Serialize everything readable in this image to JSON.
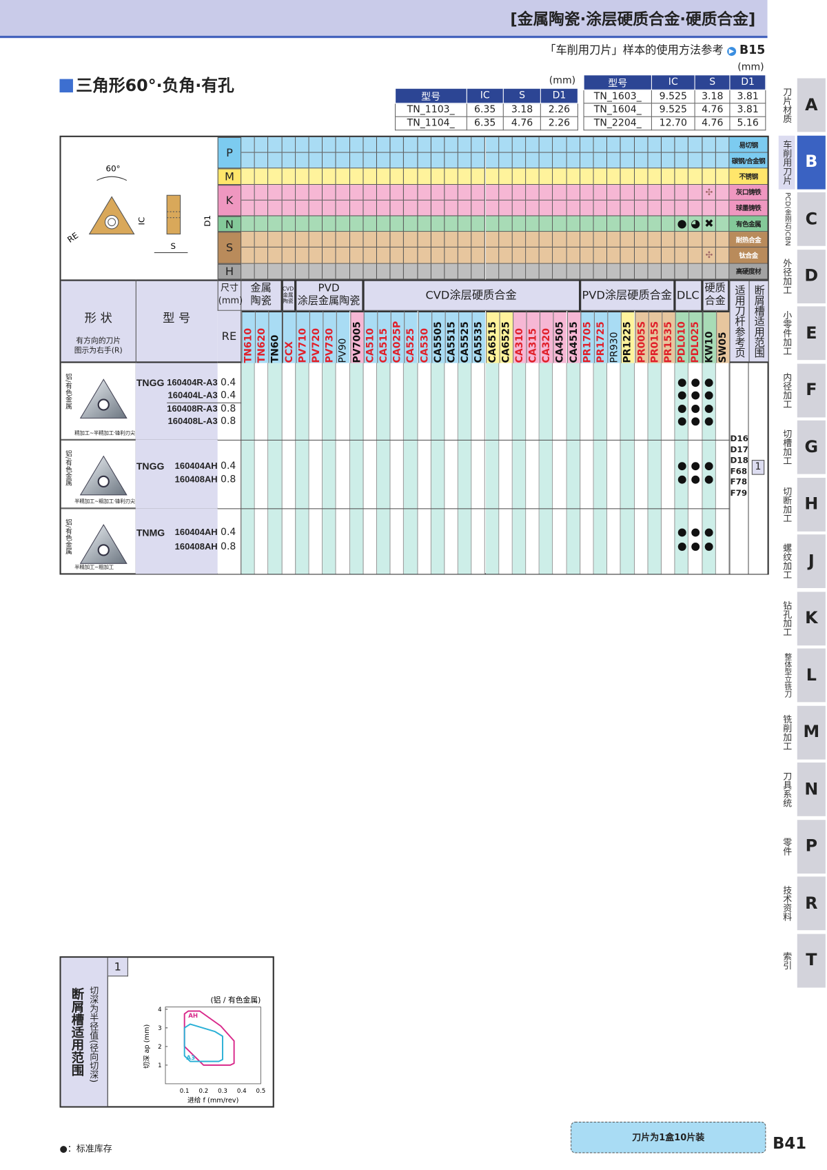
{
  "header": {
    "title": "[金属陶瓷·涂层硬质合金·硬质合金]",
    "ref_text": "「车削用刀片」样本的使用方法参考",
    "ref_page": "B15"
  },
  "section_title": "三角形60°·负角·有孔",
  "size_tables": {
    "unit": "(mm)",
    "columns": [
      "型号",
      "IC",
      "S",
      "D1"
    ],
    "left": [
      [
        "TN_1103_",
        "6.35",
        "3.18",
        "2.26"
      ],
      [
        "TN_1104_",
        "6.35",
        "4.76",
        "2.26"
      ]
    ],
    "right": [
      [
        "TN_1603_",
        "9.525",
        "3.18",
        "3.81"
      ],
      [
        "TN_1604_",
        "9.525",
        "4.76",
        "3.81"
      ],
      [
        "TN_2204_",
        "12.70",
        "4.76",
        "5.16"
      ]
    ]
  },
  "diagram": {
    "angle": "60°",
    "labels": [
      "RE",
      "IC",
      "D1",
      "S"
    ]
  },
  "materials": [
    {
      "iso": "P",
      "rows": [
        "易切钢",
        "碳钢/合金钢"
      ],
      "color": "#a9dcf4",
      "dark": "#7ccbf0"
    },
    {
      "iso": "M",
      "rows": [
        "不锈钢"
      ],
      "color": "#fff39c",
      "dark": "#ffe66b"
    },
    {
      "iso": "K",
      "rows": [
        "灰口铸铁",
        "球墨铸铁"
      ],
      "color": "#f6b7d4",
      "dark": "#ef97c0"
    },
    {
      "iso": "N",
      "rows": [
        "有色金属"
      ],
      "color": "#a8dbb6",
      "dark": "#84c999"
    },
    {
      "iso": "S",
      "rows": [
        "耐热合金",
        "钛合金"
      ],
      "color": "#e7c69e",
      "dark": "#b98b5b"
    },
    {
      "iso": "H",
      "rows": [
        "高硬度材"
      ],
      "color": "#bfbfbf",
      "dark": "#a3a3a3"
    }
  ],
  "material_marks": [
    {
      "row": "灰口铸铁",
      "grade": "KW10",
      "mark": "hollow"
    },
    {
      "row": "有色金属",
      "grade": "PDL010",
      "mark": "●"
    },
    {
      "row": "有色金属",
      "grade": "PDL025",
      "mark": "◕"
    },
    {
      "row": "有色金属",
      "grade": "KW10",
      "mark": "✖"
    },
    {
      "row": "钛合金",
      "grade": "KW10",
      "mark": "hollow"
    }
  ],
  "table_header": {
    "shape": "形 状",
    "shape_note": "有方向的刀片\n图示为右手(R)",
    "model": "型 号",
    "size": "尺寸\n(mm)",
    "re": "RE",
    "holder_ref": "适用刀杆参考页",
    "breaker_range": "断屑槽适用范围"
  },
  "groups": [
    {
      "label": "金属\n陶瓷",
      "from": 0,
      "to": 2
    },
    {
      "label": "CVD\n金属陶瓷",
      "from": 3,
      "to": 3,
      "small": true
    },
    {
      "label": "PVD\n涂层金属陶瓷",
      "from": 4,
      "to": 8
    },
    {
      "label": "CVD涂层硬质合金",
      "from": 9,
      "to": 24
    },
    {
      "label": "PVD涂层硬质合金",
      "from": 25,
      "to": 31
    },
    {
      "label": "DLC",
      "from": 32,
      "to": 33
    },
    {
      "label": "硬质\n合金",
      "from": 34,
      "to": 35
    }
  ],
  "grades": [
    {
      "n": "TN610",
      "bg": "#a9dcf4",
      "fg": "#e0202a"
    },
    {
      "n": "TN620",
      "bg": "#a9dcf4",
      "fg": "#e0202a"
    },
    {
      "n": "TN60",
      "bg": "#a9dcf4",
      "fg": "#111"
    },
    {
      "n": "CCX",
      "bg": "#a9dcf4",
      "fg": "#e0202a"
    },
    {
      "n": "PV710",
      "bg": "#a9dcf4",
      "fg": "#e0202a"
    },
    {
      "n": "PV720",
      "bg": "#a9dcf4",
      "fg": "#e0202a"
    },
    {
      "n": "PV730",
      "bg": "#a9dcf4",
      "fg": "#e0202a"
    },
    {
      "n": "PV90",
      "bg": "#a9dcf4",
      "fg": "#111",
      "thin": true
    },
    {
      "n": "PV7005",
      "bg": "#f6b7d4",
      "fg": "#111"
    },
    {
      "n": "CA510",
      "bg": "#a9dcf4",
      "fg": "#e0202a"
    },
    {
      "n": "CA515",
      "bg": "#a9dcf4",
      "fg": "#e0202a"
    },
    {
      "n": "CA025P",
      "bg": "#a9dcf4",
      "fg": "#e0202a"
    },
    {
      "n": "CA525",
      "bg": "#a9dcf4",
      "fg": "#e0202a"
    },
    {
      "n": "CA530",
      "bg": "#a9dcf4",
      "fg": "#e0202a"
    },
    {
      "n": "CA5505",
      "bg": "#a9dcf4",
      "fg": "#111"
    },
    {
      "n": "CA5515",
      "bg": "#a9dcf4",
      "fg": "#111"
    },
    {
      "n": "CA5525",
      "bg": "#a9dcf4",
      "fg": "#111"
    },
    {
      "n": "CA5535",
      "bg": "#a9dcf4",
      "fg": "#111"
    },
    {
      "n": "CA6515",
      "bg": "#fff39c",
      "fg": "#111"
    },
    {
      "n": "CA6525",
      "bg": "#fff39c",
      "fg": "#111"
    },
    {
      "n": "CA310",
      "bg": "#f6b7d4",
      "fg": "#e0202a"
    },
    {
      "n": "CA315",
      "bg": "#f6b7d4",
      "fg": "#e0202a"
    },
    {
      "n": "CA320",
      "bg": "#f6b7d4",
      "fg": "#e0202a"
    },
    {
      "n": "CA4505",
      "bg": "#f6b7d4",
      "fg": "#111"
    },
    {
      "n": "CA4515",
      "bg": "#f6b7d4",
      "fg": "#111"
    },
    {
      "n": "PR1705",
      "bg": "#a9dcf4",
      "fg": "#e0202a"
    },
    {
      "n": "PR1725",
      "bg": "#a9dcf4",
      "fg": "#e0202a"
    },
    {
      "n": "PR930",
      "bg": "#a9dcf4",
      "fg": "#111",
      "thin": true
    },
    {
      "n": "PR1225",
      "bg": "#fff39c",
      "fg": "#111"
    },
    {
      "n": "PR005S",
      "bg": "#e7c69e",
      "fg": "#e0202a"
    },
    {
      "n": "PR015S",
      "bg": "#e7c69e",
      "fg": "#e0202a"
    },
    {
      "n": "PR1535",
      "bg": "#e7c69e",
      "fg": "#e0202a"
    },
    {
      "n": "PDL010",
      "bg": "#a8dbb6",
      "fg": "#e0202a"
    },
    {
      "n": "PDL025",
      "bg": "#a8dbb6",
      "fg": "#e0202a"
    },
    {
      "n": "KW10",
      "bg": "#a8dbb6",
      "fg": "#111"
    },
    {
      "n": "SW05",
      "bg": "#e7c69e",
      "fg": "#111"
    }
  ],
  "products": [
    {
      "material": "铝/有色金属",
      "caption": "精加工~半精加工·锋利刃尖",
      "series": "TNGG",
      "items": [
        {
          "model": "160404R-A3",
          "re": "0.4",
          "stock": [
            "PDL010",
            "PDL025",
            "KW10"
          ]
        },
        {
          "model": "160404L-A3",
          "re": "0.4",
          "stock": [
            "PDL010",
            "PDL025",
            "KW10"
          ]
        },
        {
          "model": "160408R-A3",
          "re": "0.8",
          "stock": [
            "PDL010",
            "PDL025",
            "KW10"
          ]
        },
        {
          "model": "160408L-A3",
          "re": "0.8",
          "stock": [
            "PDL010",
            "PDL025",
            "KW10"
          ]
        }
      ]
    },
    {
      "material": "铝/有色金属",
      "caption": "半精加工~粗加工·锋利刃尖",
      "series": "TNGG",
      "items": [
        {
          "model": "160404AH",
          "re": "0.4",
          "stock": [
            "PDL010",
            "PDL025",
            "KW10"
          ]
        },
        {
          "model": "160408AH",
          "re": "0.8",
          "stock": [
            "PDL010",
            "PDL025",
            "KW10"
          ]
        }
      ]
    },
    {
      "material": "铝/有色金属",
      "caption": "半精加工~粗加工",
      "series": "TNMG",
      "items": [
        {
          "model": "160404AH",
          "re": "0.4",
          "stock": [
            "PDL010",
            "PDL025",
            "KW10"
          ]
        },
        {
          "model": "160408AH",
          "re": "0.8",
          "stock": [
            "PDL010",
            "PDL025",
            "KW10"
          ]
        }
      ]
    }
  ],
  "holder_pages": [
    "D16",
    "D17",
    "D18",
    "F68",
    "F78",
    "F79"
  ],
  "breaker_ref": "1",
  "breaker_box": {
    "title": "断屑槽适用范围",
    "side_note": "切深为半径值(径向切深)",
    "number": "1"
  },
  "chart_data": {
    "type": "area",
    "title": "(铝 / 有色金属)",
    "xlabel": "进给 f (mm/rev)",
    "ylabel": "切深 ap (mm)",
    "xlim": [
      0,
      0.5
    ],
    "ylim": [
      0,
      4
    ],
    "xticks": [
      "0.1",
      "0.2",
      "0.3",
      "0.4",
      "0.5"
    ],
    "yticks": [
      "1",
      "2",
      "3",
      "4"
    ],
    "series": [
      {
        "name": "AH",
        "color": "#d8288a",
        "points": [
          [
            0.1,
            3.75
          ],
          [
            0.12,
            3.9
          ],
          [
            0.18,
            3.9
          ],
          [
            0.29,
            3.1
          ],
          [
            0.36,
            2.3
          ],
          [
            0.36,
            1.1
          ],
          [
            0.34,
            1.0
          ],
          [
            0.2,
            1.0
          ],
          [
            0.1,
            2.0
          ]
        ]
      },
      {
        "name": "A3",
        "color": "#2ab0d6",
        "points": [
          [
            0.1,
            3.0
          ],
          [
            0.13,
            3.2
          ],
          [
            0.26,
            2.8
          ],
          [
            0.3,
            2.55
          ],
          [
            0.3,
            1.3
          ],
          [
            0.28,
            1.2
          ],
          [
            0.2,
            1.2
          ],
          [
            0.13,
            1.2
          ],
          [
            0.1,
            1.5
          ]
        ]
      }
    ]
  },
  "footer": {
    "legend": "●：标准库存",
    "pack_note": "刀片为1盒10片装",
    "page": "B41"
  },
  "side_tabs": [
    {
      "letter": "A",
      "label": "刀片材质"
    },
    {
      "letter": "B",
      "label": "车削用刀片",
      "active": true
    },
    {
      "letter": "C",
      "label": "PCD(金刚石)CBN"
    },
    {
      "letter": "D",
      "label": "外径加工"
    },
    {
      "letter": "E",
      "label": "小零件加工"
    },
    {
      "letter": "F",
      "label": "内径加工"
    },
    {
      "letter": "G",
      "label": "切槽加工"
    },
    {
      "letter": "H",
      "label": "切断加工"
    },
    {
      "letter": "J",
      "label": "螺纹加工"
    },
    {
      "letter": "K",
      "label": "钻孔加工"
    },
    {
      "letter": "L",
      "label": "整体型立铣刀"
    },
    {
      "letter": "M",
      "label": "铣削加工"
    },
    {
      "letter": "N",
      "label": "刀具系统"
    },
    {
      "letter": "P",
      "label": "零件"
    },
    {
      "letter": "R",
      "label": "技术资料"
    },
    {
      "letter": "T",
      "label": "索引"
    }
  ],
  "colors": {
    "accent": "#2c4594",
    "active_tab": "#3a62c2",
    "column_shade": "#cdeee8",
    "header_bg": "#dcdcf0"
  }
}
